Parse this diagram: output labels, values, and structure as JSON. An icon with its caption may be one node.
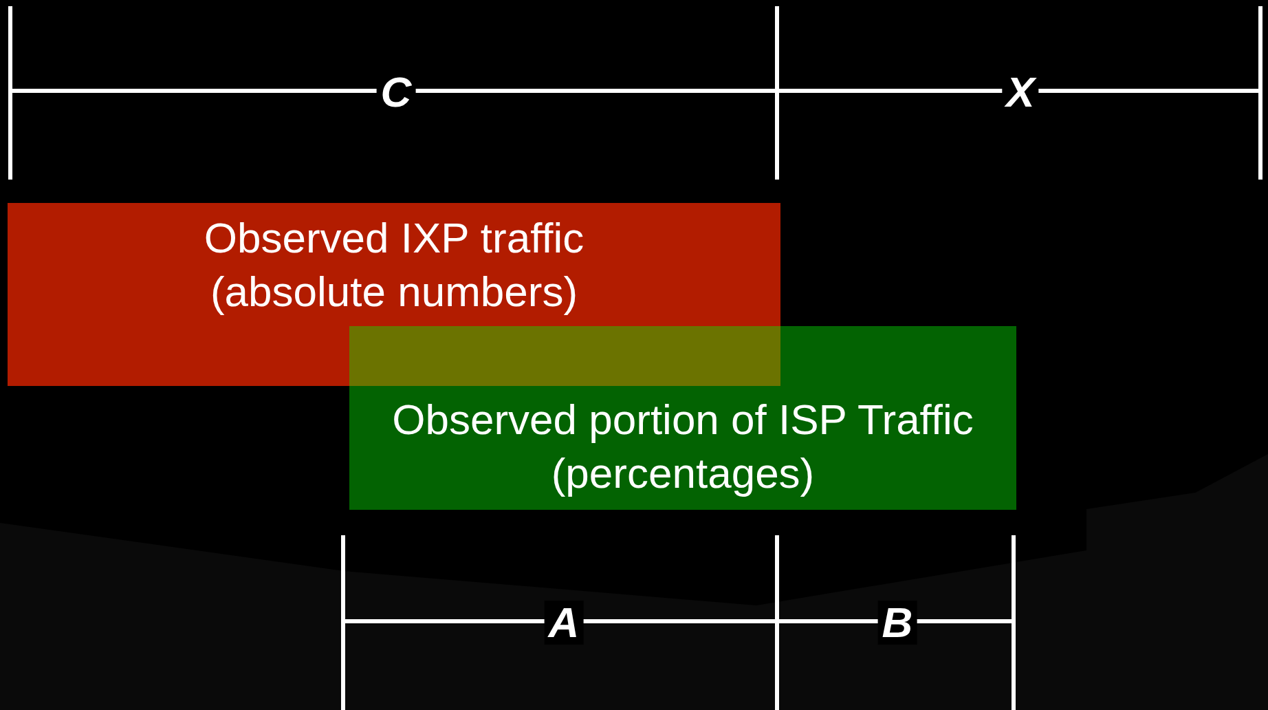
{
  "diagram": {
    "nodes": [
      {
        "text": [
          "Observed IXP traffic",
          "(absolute numbers)"
        ]
      },
      {
        "text": [
          "Observed portion of ISP Traffic",
          "(percentages)"
        ]
      }
    ],
    "edges": [],
    "labels": [
      "C",
      "X",
      "A",
      "B"
    ]
  }
}
